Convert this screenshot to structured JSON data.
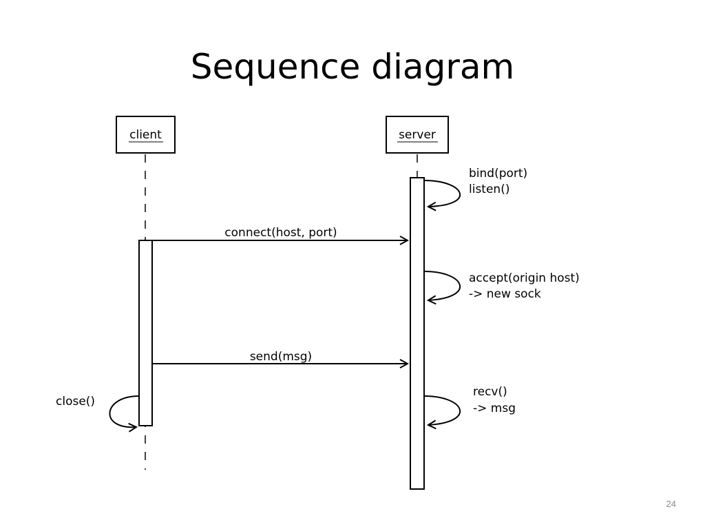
{
  "slide": {
    "title": "Sequence diagram",
    "page_number": "24"
  },
  "diagram": {
    "participants": [
      {
        "id": "client",
        "label": "client"
      },
      {
        "id": "server",
        "label": "server"
      }
    ],
    "messages": [
      {
        "from": "server",
        "to": "server",
        "lines": [
          "bind(port)",
          "listen()"
        ]
      },
      {
        "from": "client",
        "to": "server",
        "lines": [
          "connect(host, port)"
        ]
      },
      {
        "from": "server",
        "to": "server",
        "lines": [
          "accept(origin host)",
          "-> new sock"
        ]
      },
      {
        "from": "client",
        "to": "server",
        "lines": [
          "send(msg)"
        ]
      },
      {
        "from": "server",
        "to": "server",
        "lines": [
          "recv()",
          "-> msg"
        ]
      },
      {
        "from": "client",
        "to": "client",
        "lines": [
          "close()"
        ]
      }
    ],
    "colors": {
      "stroke": "#000000",
      "background": "#ffffff",
      "page_number": "#8a8a8a"
    }
  }
}
